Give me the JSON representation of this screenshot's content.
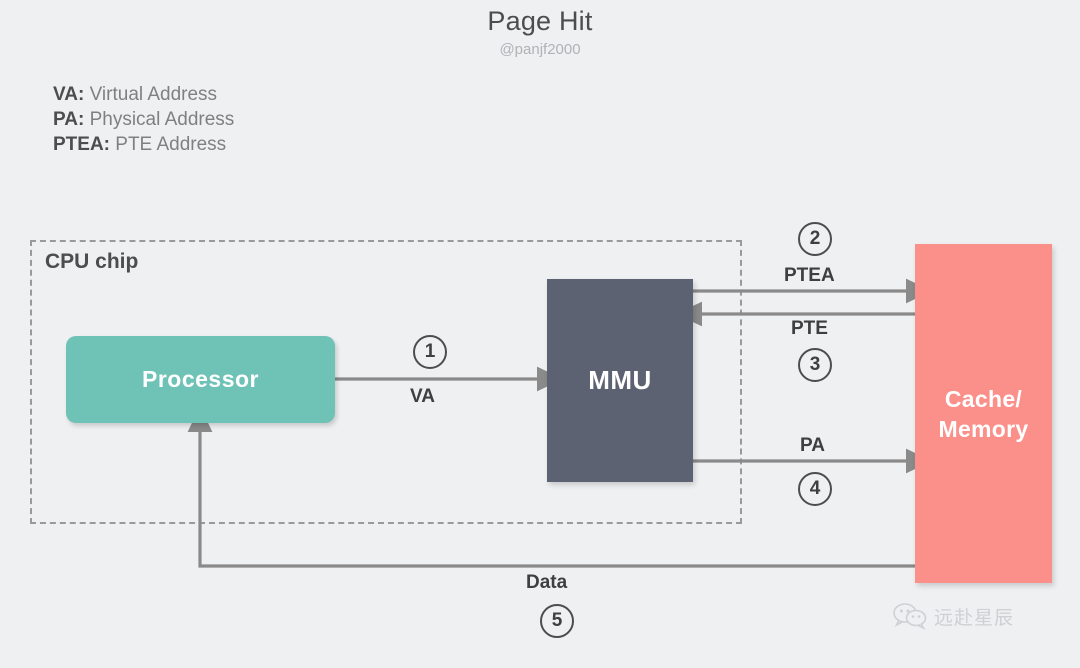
{
  "header": {
    "title": "Page Hit",
    "subtitle": "@panjf2000"
  },
  "legend": {
    "items": [
      {
        "key": "VA:",
        "value": "Virtual Address"
      },
      {
        "key": "PA:",
        "value": "Physical Address"
      },
      {
        "key": "PTEA:",
        "value": "PTE Address"
      }
    ]
  },
  "diagram": {
    "chip_label": "CPU chip",
    "nodes": [
      {
        "id": "processor",
        "label": "Processor",
        "color": "#6fc2b6"
      },
      {
        "id": "mmu",
        "label": "MMU",
        "color": "#5c6272"
      },
      {
        "id": "cache",
        "label_line1": "Cache/",
        "label_line2": "Memory",
        "color": "#fb8f8a"
      }
    ],
    "steps": [
      {
        "number": "1",
        "label": "VA",
        "from": "processor",
        "to": "mmu"
      },
      {
        "number": "2",
        "label": "PTEA",
        "from": "mmu",
        "to": "cache"
      },
      {
        "number": "3",
        "label": "PTE",
        "from": "cache",
        "to": "mmu"
      },
      {
        "number": "4",
        "label": "PA",
        "from": "mmu",
        "to": "cache"
      },
      {
        "number": "5",
        "label": "Data",
        "from": "cache",
        "to": "processor"
      }
    ]
  },
  "watermark": {
    "icon": "wechat-icon",
    "text": "远赴星辰"
  },
  "colors": {
    "background": "#eef0f2",
    "processor": "#6fc2b6",
    "mmu": "#5c6272",
    "cache": "#fb8f8a",
    "arrow": "#8a8a8a",
    "text": "#4d4d4d"
  }
}
